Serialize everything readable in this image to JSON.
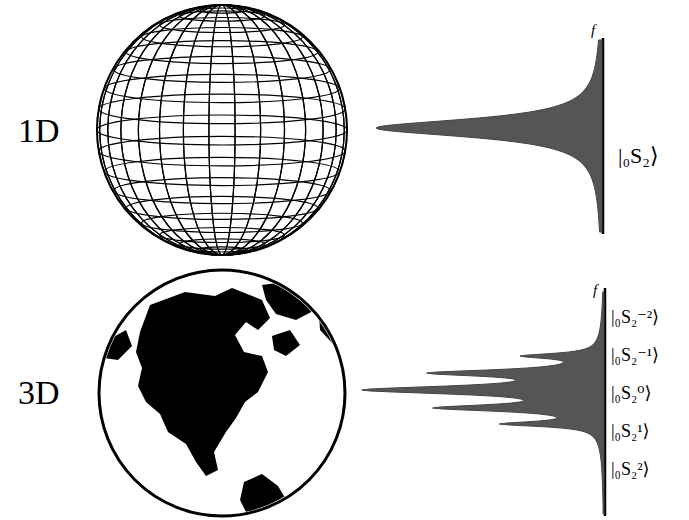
{
  "diagram": {
    "labels": [
      "1D",
      "f",
      "|₀S₂⟩",
      "3D",
      "f",
      "|₀S₂⁻²⟩",
      "|₀S₂⁻¹⟩",
      "|₀S₂⁰⟩",
      "|₀S₂¹⟩",
      "|₀S₂²⟩"
    ]
  }
}
